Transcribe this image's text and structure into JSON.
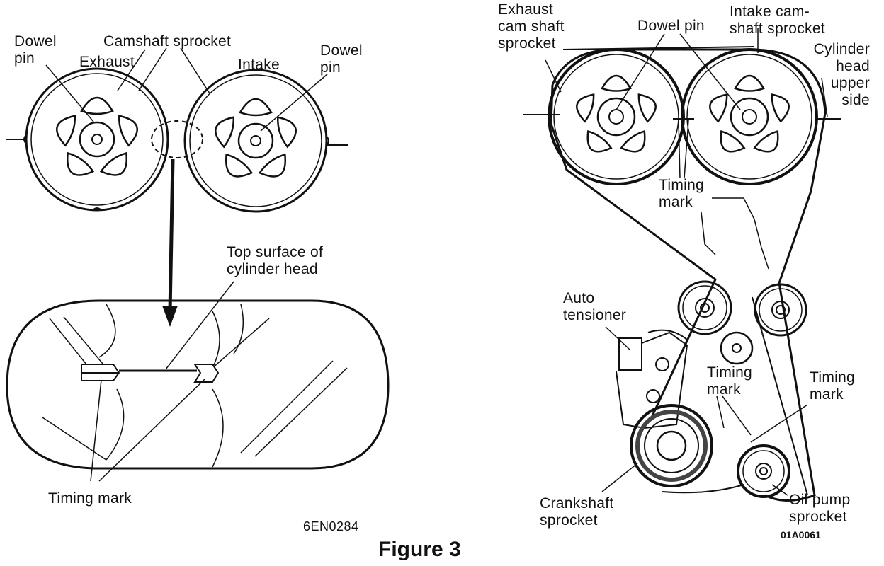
{
  "left_diagram": {
    "dowel_pin_left": "Dowel\npin",
    "camshaft_sprocket": "Camshaft sprocket",
    "exhaust": "Exhaust",
    "intake": "Intake",
    "dowel_pin_right": "Dowel\npin",
    "top_surface": "Top surface of\ncylinder head",
    "timing_mark": "Timing mark",
    "code": "6EN0284"
  },
  "right_diagram": {
    "exhaust_cam": "Exhaust\ncam shaft\nsprocket",
    "dowel_pin": "Dowel pin",
    "intake_cam": "Intake cam-\nshaft sprocket",
    "cylinder_head": "Cylinder\nhead\nupper\nside",
    "timing_mark_upper": "Timing\nmark",
    "auto_tensioner": "Auto\ntensioner",
    "timing_mark_middle": "Timing\nmark",
    "timing_mark_right": "Timing\nmark",
    "crankshaft": "Crankshaft\nsprocket",
    "oil_pump": "Oil pump\nsprocket",
    "code": "01A0061"
  },
  "caption": "Figure 3"
}
